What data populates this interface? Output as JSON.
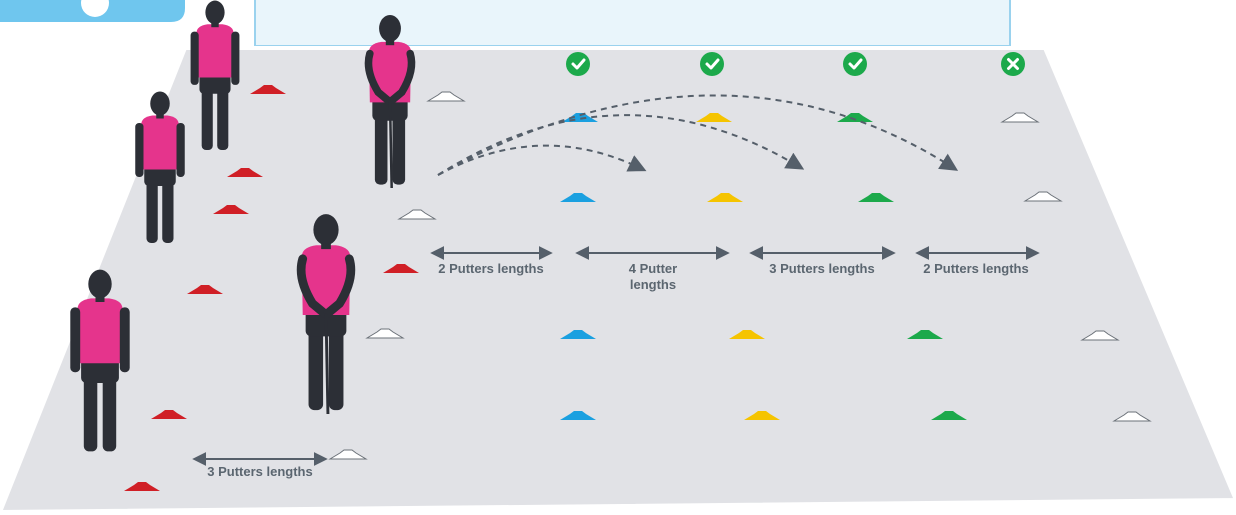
{
  "distances": {
    "top_row": [
      "2 Putters lengths",
      "4 Putter lengths",
      "3 Putters lengths",
      "2 Putters lengths"
    ],
    "bottom": "3 Putters lengths"
  },
  "target_results": [
    "hit",
    "hit",
    "hit",
    "miss"
  ],
  "icons": {
    "hit": "check-circle-icon",
    "miss": "cross-circle-icon",
    "cone": "flat-marker-cone-icon",
    "player": "player-figure-icon"
  },
  "colors": {
    "field": "#e1e2e6",
    "field_border": "#ffffff",
    "bib": "#e5348c",
    "body": "#2c2f36",
    "hit": "#1ca94b",
    "miss": "#1ca94b",
    "cone_red": "#d01f26",
    "cone_blue": "#1aa0e0",
    "cone_yellow": "#f5c400",
    "cone_green": "#1ca94b",
    "cone_white": "#ffffff",
    "arrow": "#555f6a",
    "label": "#5b6670",
    "banner": "#e9f5fb",
    "banner_border": "#9ad2ee",
    "badge": "#6fc6ee"
  }
}
